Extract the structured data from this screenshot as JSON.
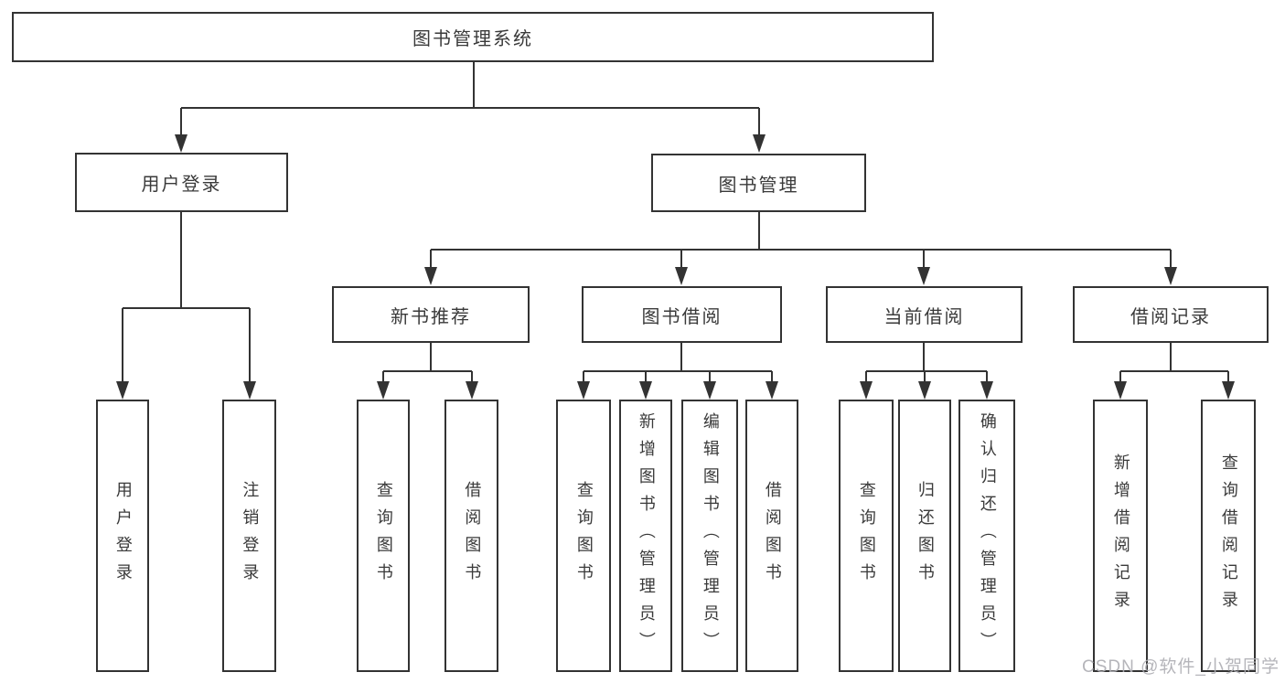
{
  "tree": {
    "root": "图书管理系统",
    "branches": [
      {
        "label": "用户登录",
        "leaves": [
          "用户登录",
          "注销登录"
        ]
      },
      {
        "label": "图书管理",
        "groups": [
          {
            "label": "新书推荐",
            "leaves": [
              "查询图书",
              "借阅图书"
            ]
          },
          {
            "label": "图书借阅",
            "leaves": [
              "查询图书",
              "新增图书（管理员）",
              "编辑图书（管理员）",
              "借阅图书"
            ]
          },
          {
            "label": "当前借阅",
            "leaves": [
              "查询图书",
              "归还图书",
              "确认归还（管理员）"
            ]
          },
          {
            "label": "借阅记录",
            "leaves": [
              "新增借阅记录",
              "查询借阅记录"
            ]
          }
        ]
      }
    ]
  },
  "watermark": "CSDN @软件_小贺同学",
  "colors": {
    "line": "#333333",
    "text": "#3a3a3a",
    "background": "#ffffff",
    "watermark": "#adadb2"
  }
}
